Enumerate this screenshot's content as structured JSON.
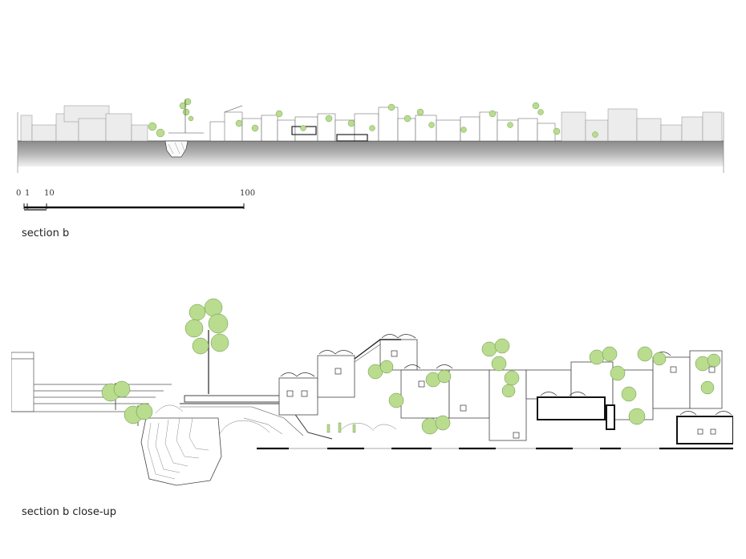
{
  "scale": {
    "labels": [
      "0",
      "1",
      "10",
      "100"
    ]
  },
  "captions": {
    "overview": "section b",
    "closeup": "section b close-up"
  },
  "colors": {
    "line": "#3a3a3a",
    "tree_fill": "#b9dc8e",
    "tree_dark": "#5f8f3c",
    "ground_dark": "#9a9a9a",
    "building_fill": "#ececec"
  }
}
